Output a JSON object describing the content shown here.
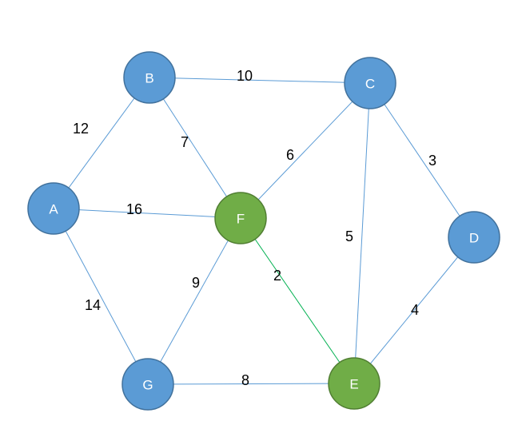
{
  "colors": {
    "default_node_fill": "#5b9bd5",
    "default_node_stroke": "#41719c",
    "highlight_node_fill": "#70ad47",
    "highlight_node_stroke": "#507e32",
    "default_edge": "#5b9bd5",
    "highlight_edge": "#00b050",
    "node_text": "#ffffff",
    "edge_text": "#000000"
  },
  "nodes": [
    {
      "id": "A",
      "label": "A",
      "highlighted": false
    },
    {
      "id": "B",
      "label": "B",
      "highlighted": false
    },
    {
      "id": "C",
      "label": "C",
      "highlighted": false
    },
    {
      "id": "D",
      "label": "D",
      "highlighted": false
    },
    {
      "id": "E",
      "label": "E",
      "highlighted": true
    },
    {
      "id": "F",
      "label": "F",
      "highlighted": true
    },
    {
      "id": "G",
      "label": "G",
      "highlighted": false
    }
  ],
  "edges": [
    {
      "from": "A",
      "to": "B",
      "weight": "12",
      "highlighted": false
    },
    {
      "from": "B",
      "to": "C",
      "weight": "10",
      "highlighted": false
    },
    {
      "from": "B",
      "to": "F",
      "weight": "7",
      "highlighted": false
    },
    {
      "from": "A",
      "to": "F",
      "weight": "16",
      "highlighted": false
    },
    {
      "from": "C",
      "to": "F",
      "weight": "6",
      "highlighted": false
    },
    {
      "from": "C",
      "to": "D",
      "weight": "3",
      "highlighted": false
    },
    {
      "from": "C",
      "to": "E",
      "weight": "5",
      "highlighted": false
    },
    {
      "from": "A",
      "to": "G",
      "weight": "14",
      "highlighted": false
    },
    {
      "from": "F",
      "to": "G",
      "weight": "9",
      "highlighted": false
    },
    {
      "from": "F",
      "to": "E",
      "weight": "2",
      "highlighted": true
    },
    {
      "from": "G",
      "to": "E",
      "weight": "8",
      "highlighted": false
    },
    {
      "from": "D",
      "to": "E",
      "weight": "4",
      "highlighted": false
    }
  ]
}
